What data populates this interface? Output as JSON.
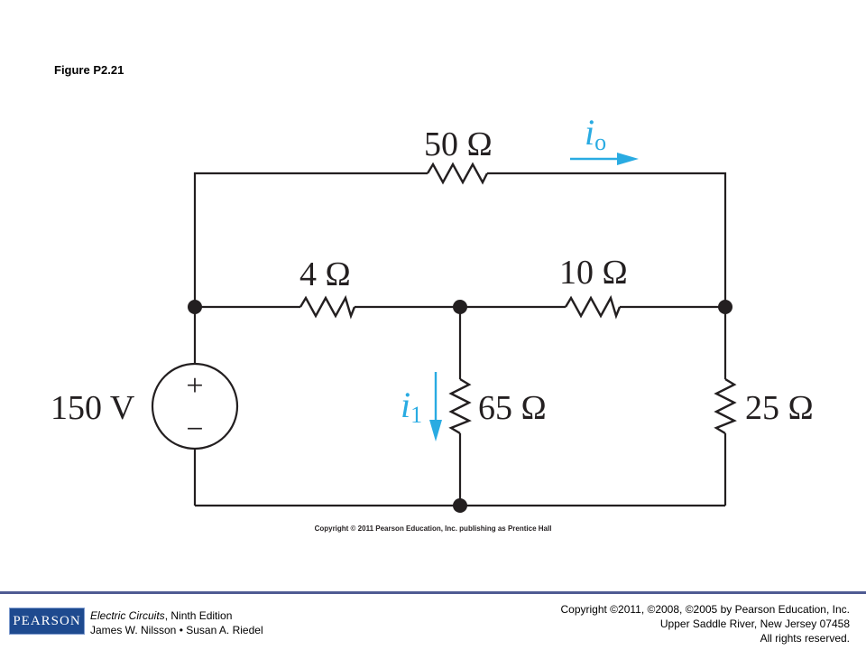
{
  "figure_title": "Figure P2.21",
  "circuit": {
    "source_label": "150 V",
    "source_plus": "+",
    "source_minus": "−",
    "r_top_label": "50 Ω",
    "r_left_label": "4 Ω",
    "r_mid_label": "10 Ω",
    "r_center_label": "65 Ω",
    "r_right_label": "25 Ω",
    "current_io_main": "i",
    "current_io_sub": "o",
    "current_i1_main": "i",
    "current_i1_sub": "1",
    "wire_color": "#231f20",
    "current_color": "#29abe2"
  },
  "image_copyright": "Copyright © 2011 Pearson Education, Inc. publishing as Prentice Hall",
  "footer": {
    "logo_text": "PEARSON",
    "book_title": "Electric Circuits",
    "book_edition": ", Ninth Edition",
    "authors": "James W. Nilsson • Susan A. Riedel",
    "rights_line1": "Copyright ©2011, ©2008, ©2005 by Pearson Education, Inc.",
    "rights_line2": "Upper Saddle River, New Jersey 07458",
    "rights_line3": "All rights reserved."
  }
}
